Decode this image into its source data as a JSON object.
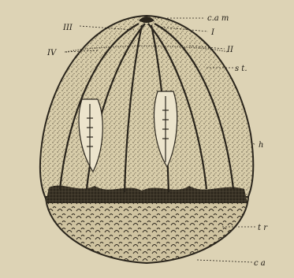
{
  "figure": {
    "labels": {
      "c_am": "c.a m",
      "I": "I",
      "II": "II",
      "III": "III",
      "IV": "IV",
      "st": "s t.",
      "h": "h",
      "tr": "t r",
      "ca": "c a"
    }
  },
  "colors": {
    "paper": "#ddd3b5",
    "ink": "#2a251c"
  }
}
